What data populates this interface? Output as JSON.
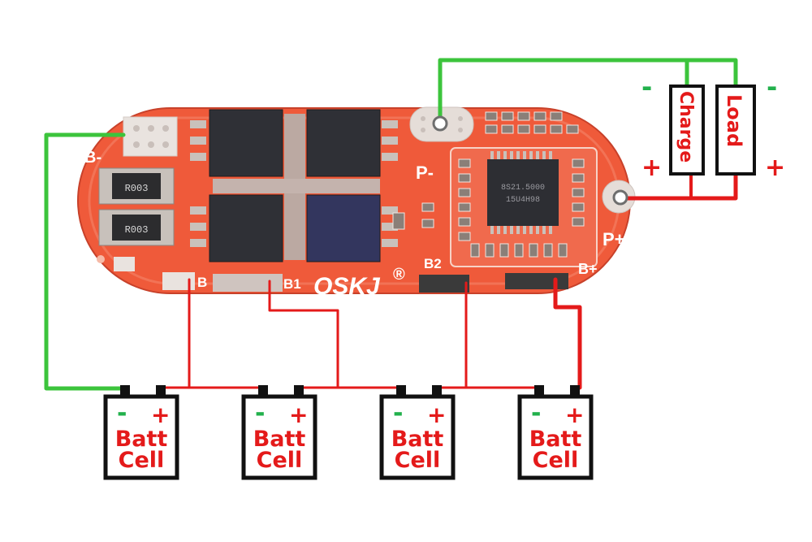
{
  "board": {
    "brand": "QSKJ",
    "registered": "®",
    "chip_marking_1": "8S21.5000",
    "chip_marking_2": "15U4H98",
    "resistor_marking": "R003",
    "pads": {
      "b_minus": "B-",
      "p_minus": "P-",
      "p_plus": "P+",
      "b_plus": "B+",
      "b": "B",
      "b1": "B1",
      "b2": "B2"
    }
  },
  "terminals": {
    "charge": "Charge",
    "load": "Load",
    "minus": "-",
    "plus": "+"
  },
  "cells": [
    {
      "line1": "Batt",
      "line2": "Cell",
      "minus": "-",
      "plus": "+"
    },
    {
      "line1": "Batt",
      "line2": "Cell",
      "minus": "-",
      "plus": "+"
    },
    {
      "line1": "Batt",
      "line2": "Cell",
      "minus": "-",
      "plus": "+"
    },
    {
      "line1": "Batt",
      "line2": "Cell",
      "minus": "-",
      "plus": "+"
    }
  ],
  "colors": {
    "board": "#ef5a3a",
    "wire_positive": "#e41a1a",
    "wire_negative": "#3cc43c",
    "text_red": "#e41a1a",
    "text_green": "#22b14c"
  }
}
